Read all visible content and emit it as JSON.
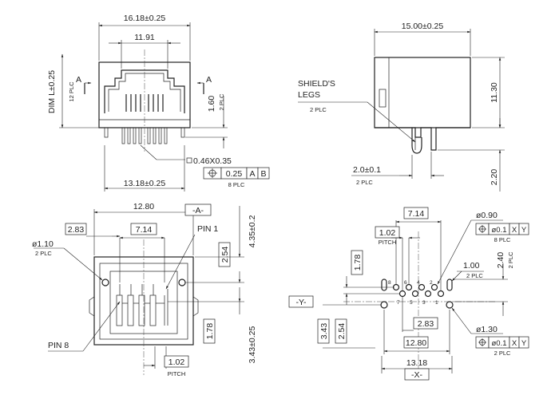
{
  "top_left": {
    "width_overall": "16.18±0.25",
    "width_inner": "11.91",
    "section_mark": "A",
    "dim_l": "DIM L±0.25",
    "dim_l_note": "12 PLC",
    "pin_height": "1.60",
    "pin_height_note": "2 PLC",
    "pin_size": "0.46X0.35",
    "tol_pos": "0.25",
    "tol_datum_a": "A",
    "tol_datum_b": "B",
    "tol_note": "8 PLC",
    "pin_span": "13.18±0.25"
  },
  "top_right": {
    "length": "15.00±0.25",
    "height": "11.30",
    "shield_label_1": "SHIELD'S",
    "shield_label_2": "LEGS",
    "shield_note": "2 PLC",
    "leg_offset": "2.0±0.1",
    "leg_note": "2 PLC",
    "leg_height": "2.20"
  },
  "bottom_left": {
    "width": "12.80",
    "datum_a": "-A-",
    "dim_283": "2.83",
    "dim_714": "7.14",
    "hole_dia": "ø1.10",
    "hole_note": "2 PLC",
    "pin1": "PIN 1",
    "dim_254": "2.54",
    "dim_435": "4.35±0.2",
    "pin8": "PIN 8",
    "dim_178": "1.78",
    "dim_343": "3.43±0.25",
    "pitch": "1.02",
    "pitch_label": "PITCH"
  },
  "bottom_right": {
    "dim_714": "7.14",
    "pitch": "1.02",
    "pitch_label": "PITCH",
    "dim_178": "1.78",
    "hole_dia_small": "ø0.90",
    "tol_small": "ø0.1",
    "tol_x": "X",
    "tol_y": "Y",
    "tol_small_note": "8 PLC",
    "dim_100": "1.00",
    "dim_100_note": "2 PLC",
    "dim_240": "2.40",
    "dim_240_note": "2 PLC",
    "datum_y": "-Y-",
    "pin_numbers": [
      "8",
      "6",
      "4",
      "2",
      "7",
      "5",
      "3",
      "1"
    ],
    "dim_283": "2.83",
    "dim_343": "3.43",
    "dim_254": "2.54",
    "dim_1280": "12.80",
    "hole_dia_large": "ø1.30",
    "tol_large": "ø0.1",
    "tol_large_note": "2 PLC",
    "dim_1318": "13.18",
    "datum_x": "-X-"
  }
}
